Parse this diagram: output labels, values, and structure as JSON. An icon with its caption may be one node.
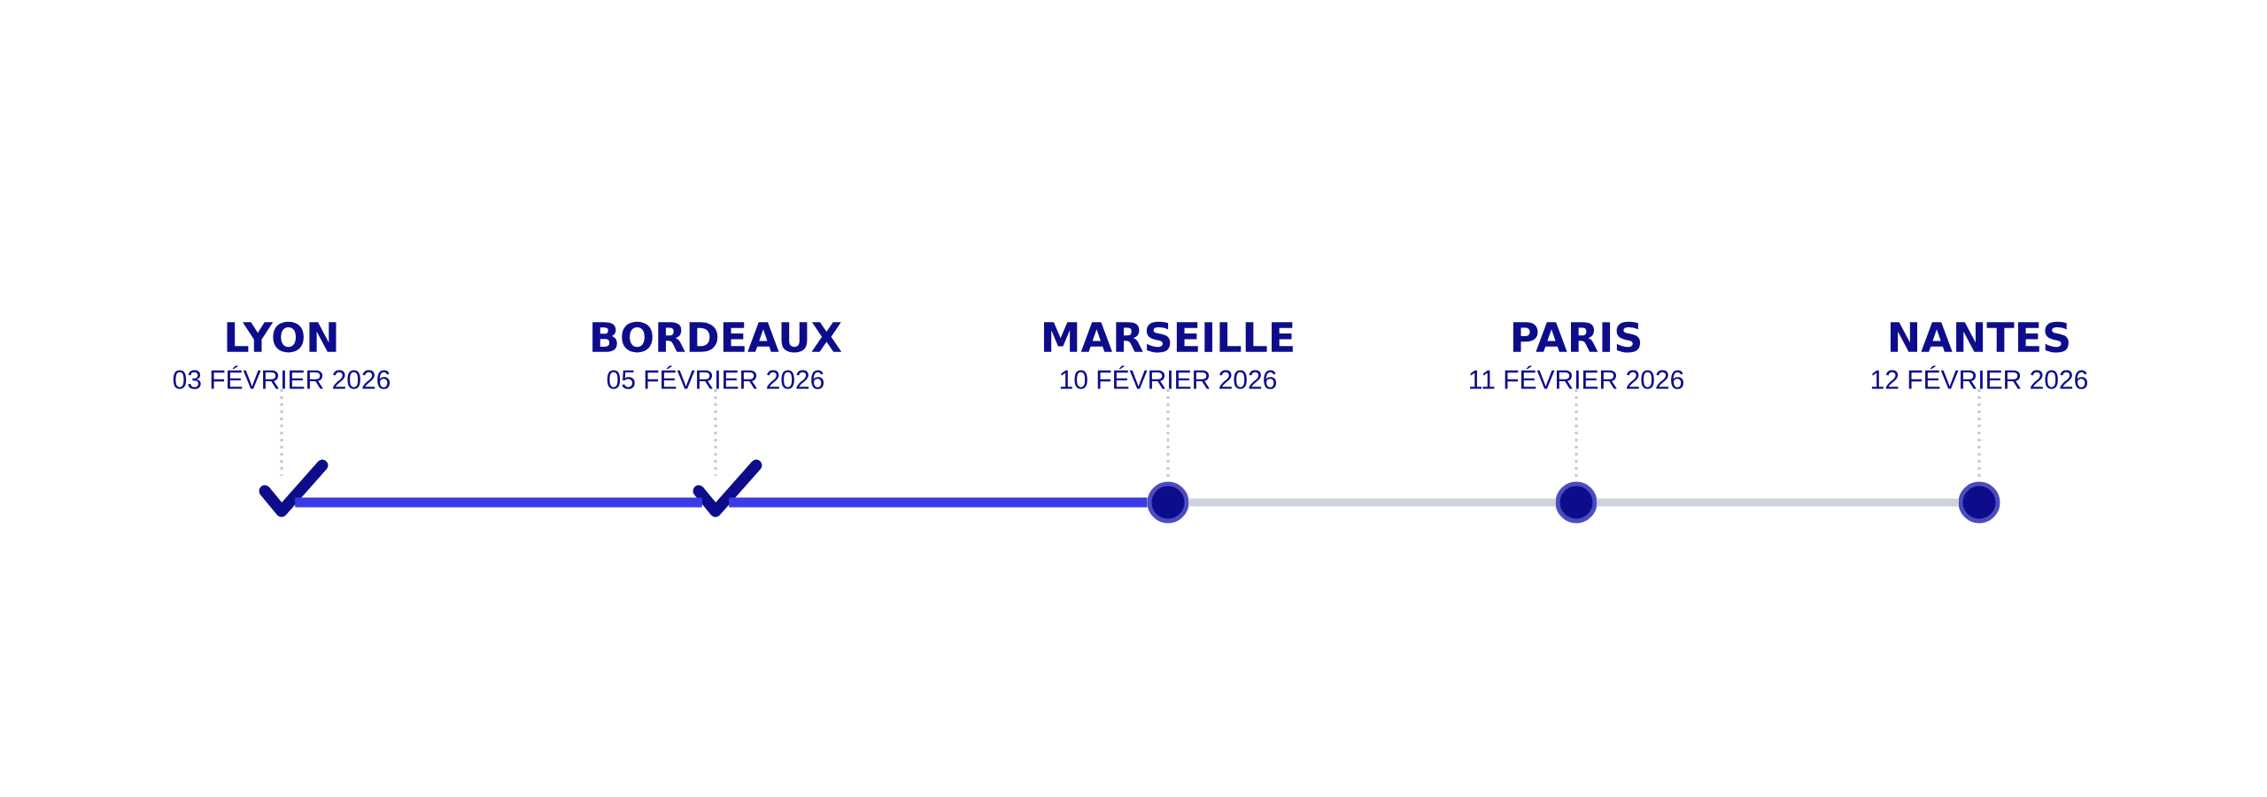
{
  "diagram": {
    "nodes": [
      {
        "text": [
          "LYON",
          "03 FÉVRIER 2026"
        ]
      },
      {
        "text": [
          "BORDEAUX",
          "05 FÉVRIER 2026"
        ]
      },
      {
        "text": [
          "MARSEILLE",
          "10 FÉVRIER 2026"
        ]
      },
      {
        "text": [
          "PARIS",
          "11 FÉVRIER 2026"
        ]
      },
      {
        "text": [
          "NANTES",
          "12 FÉVRIER 2026"
        ]
      },
      {
        "text": [],
        "shape": "check"
      },
      {
        "text": [],
        "shape": "check"
      },
      {
        "text": [],
        "shape": "circle"
      },
      {
        "text": [],
        "shape": "circle"
      },
      {
        "text": [],
        "shape": "circle"
      }
    ],
    "edges": [
      {
        "from": 0,
        "to": 5,
        "arrow": "none",
        "style": "dashed",
        "color": "#c4c4d8"
      },
      {
        "from": 1,
        "to": 6,
        "arrow": "none",
        "style": "dashed",
        "color": "#c4c4d8"
      },
      {
        "from": 2,
        "to": 7,
        "arrow": "none",
        "style": "dashed",
        "color": "#c4c4d8"
      },
      {
        "from": 3,
        "to": 8,
        "arrow": "none",
        "style": "dashed",
        "color": "#c4c4d8"
      },
      {
        "from": 4,
        "to": 9,
        "arrow": "none",
        "style": "dashed",
        "color": "#c4c4d8"
      },
      {
        "from": 5,
        "to": 6,
        "arrow": "none",
        "style": "thick",
        "color": "#3a3ae6"
      },
      {
        "from": 6,
        "to": 7,
        "arrow": "none",
        "style": "thick",
        "color": "#3a3ae6"
      },
      {
        "from": 7,
        "to": 8,
        "arrow": "none",
        "style": "thick",
        "color": "#cdd2da"
      },
      {
        "from": 8,
        "to": 9,
        "arrow": "none",
        "style": "thick",
        "color": "#cdd2da"
      }
    ]
  }
}
